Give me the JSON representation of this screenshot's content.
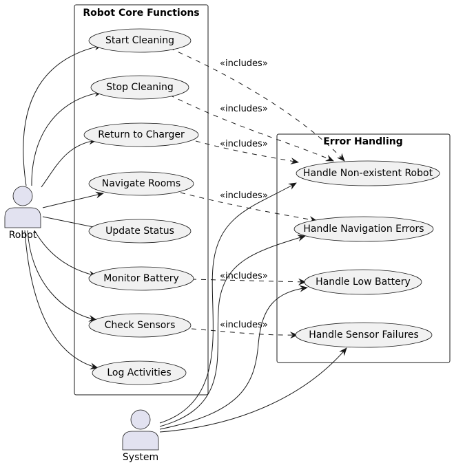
{
  "packages": {
    "core": {
      "title": "Robot Core Functions"
    },
    "errors": {
      "title": "Error Handling"
    }
  },
  "actors": {
    "robot": {
      "label": "Robot",
      "icon": "person-icon"
    },
    "system": {
      "label": "System",
      "icon": "person-icon"
    }
  },
  "use_cases": {
    "start_cleaning": "Start Cleaning",
    "stop_cleaning": "Stop Cleaning",
    "return_to_charger": "Return to Charger",
    "navigate_rooms": "Navigate Rooms",
    "update_status": "Update Status",
    "monitor_battery": "Monitor Battery",
    "check_sensors": "Check Sensors",
    "log_activities": "Log Activities",
    "handle_nonexistent_robot": "Handle Non-existent Robot",
    "handle_navigation_errors": "Handle Navigation Errors",
    "handle_low_battery": "Handle Low Battery",
    "handle_sensor_failures": "Handle Sensor Failures"
  },
  "relations": {
    "includes_label": "«includes»"
  },
  "colors": {
    "ellipse_fill": "#f1f1f1",
    "actor_fill": "#e2e2f0",
    "line": "#181818"
  }
}
